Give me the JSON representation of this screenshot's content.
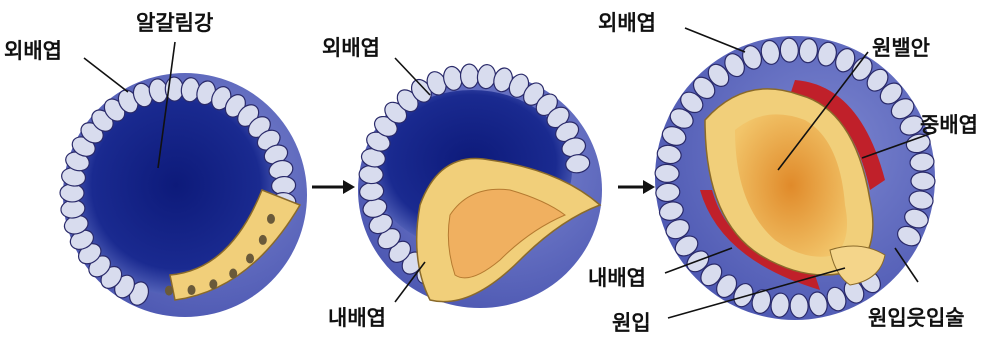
{
  "labels": {
    "stage1_ectoderm": "외배엽",
    "stage1_blastocoel": "알갈림강",
    "stage2_ectoderm": "외배엽",
    "stage2_endoderm": "내배엽",
    "stage3_ectoderm": "외배엽",
    "stage3_archenteron": "원밸안",
    "stage3_mesoderm": "중배엽",
    "stage3_endoderm": "내배엽",
    "stage3_blastopore": "원입",
    "stage3_blastopore_lip": "원입읏입술"
  },
  "colors": {
    "ectoderm_cell": "#d8dcee",
    "ectoderm_outline": "#2a2a6a",
    "blastocoel_dark": "#0d1a7a",
    "blastocoel_light": "#6a78c8",
    "endoderm_cell": "#f1cf7a",
    "endoderm_nucleus": "#6a5a3a",
    "archenteron": "#d77a22",
    "mesoderm": "#c0202a"
  }
}
